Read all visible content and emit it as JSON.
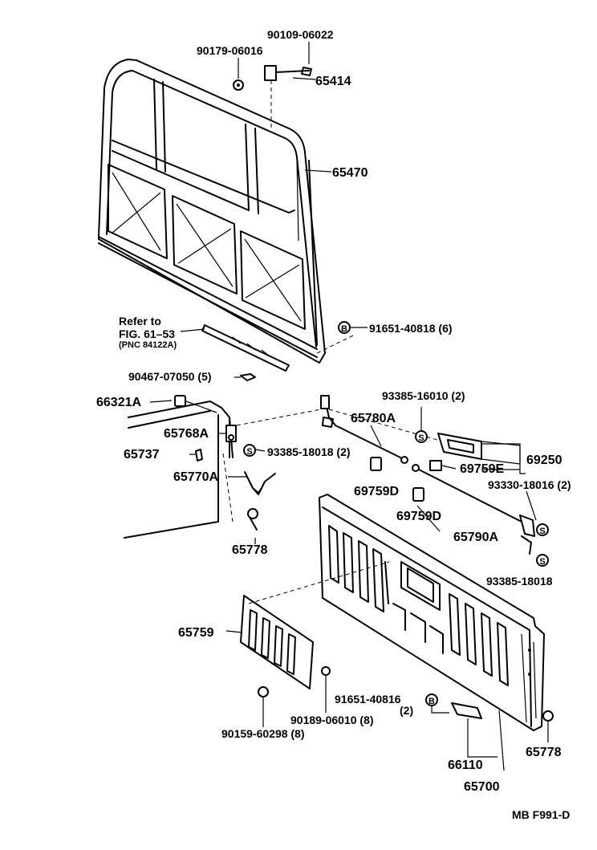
{
  "labels": {
    "p90109": "90109-06022",
    "p90179": "90179-06016",
    "p65414": "65414",
    "p65470": "65470",
    "refer1": "Refer to",
    "refer2": "FIG. 61–53",
    "refer3": "(PNC 84122A)",
    "p91651a": "91651-40818 (6)",
    "p90467": "90467-07050 (5)",
    "p66321": "66321A",
    "p93385a": "93385-16010 (2)",
    "p65780": "65780A",
    "p65768": "65768A",
    "p93385b": "93385-18018 (2)",
    "p65737": "65737",
    "p69759e": "69759E",
    "p69250": "69250",
    "p65770": "65770A",
    "p69759d1": "69759D",
    "p93330": "93330-18016 (2)",
    "p69759d2": "69759D",
    "p65790": "65790A",
    "p65778a": "65778",
    "p93385c": "93385-18018",
    "p65759": "65759",
    "p91651b": "91651-40816",
    "p91651b_qty": "(2)",
    "p90189": "90189-06010 (8)",
    "p90159": "90159-60298 (8)",
    "p66110": "66110",
    "p65778b": "65778",
    "p65700": "65700",
    "figcode": "MB F991-D"
  },
  "symbols": {
    "circled_b": "B",
    "circled_s": "S"
  }
}
